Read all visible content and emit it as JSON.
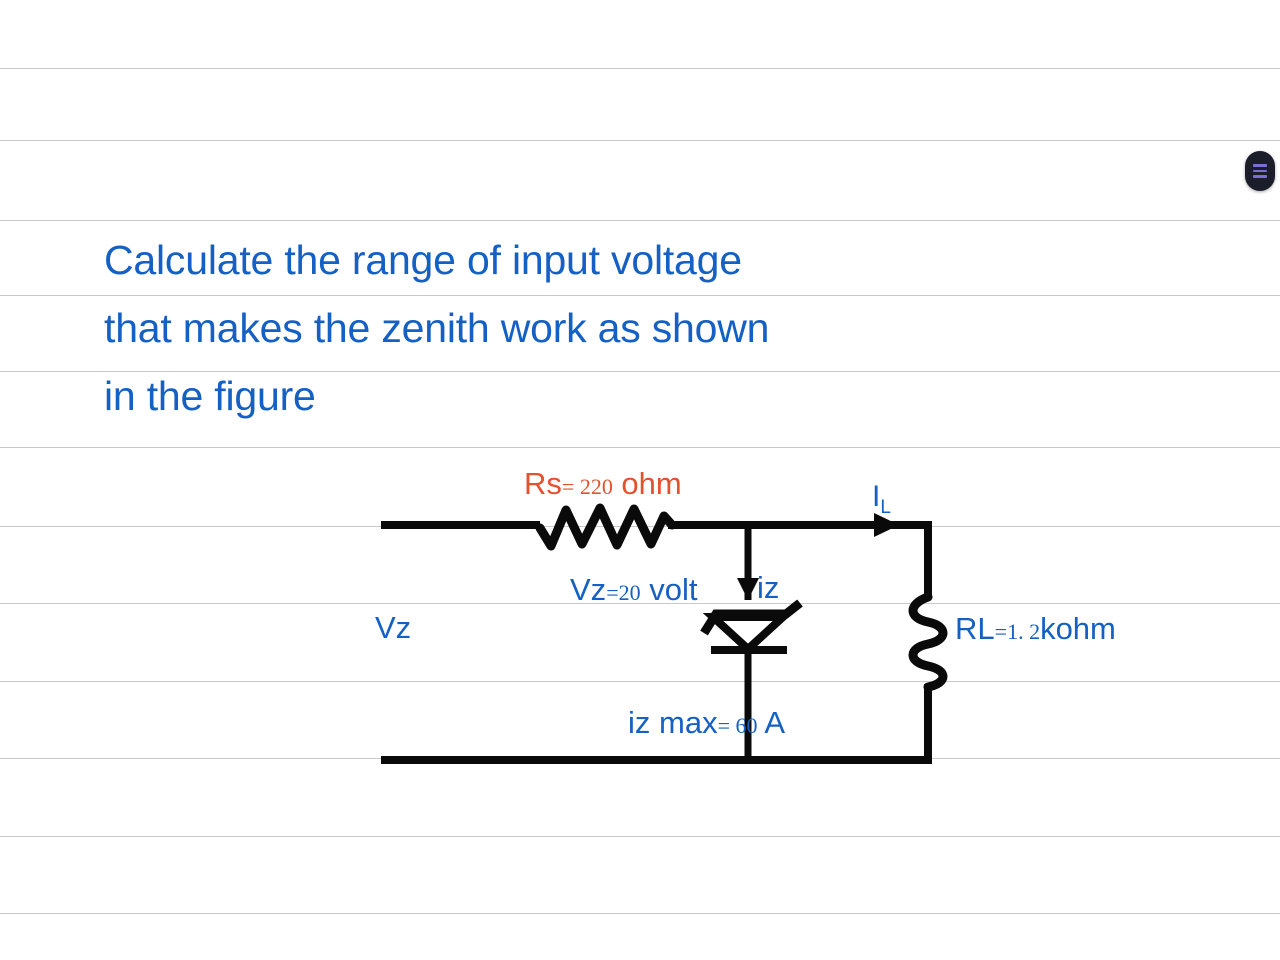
{
  "page": {
    "background": "#ffffff",
    "rule_color": "#c9c9c9",
    "rule_positions": [
      68,
      140,
      220,
      295,
      371,
      447,
      526,
      603,
      681,
      758,
      836,
      913
    ]
  },
  "colors": {
    "blue": "#1560c4",
    "orange": "#e4512e",
    "wire": "#0a0a0a",
    "menu_pill": "#1c1d2b",
    "menu_bars": "#7b6fd6"
  },
  "menu_button": {
    "name": "hamburger-menu",
    "icon": "hamburger-icon",
    "bars": 3
  },
  "question": {
    "lines": [
      "Calculate the range of input voltage",
      "that makes the zenith work as shown",
      "in the figure"
    ]
  },
  "circuit": {
    "labels": {
      "rs": {
        "name": "Rs",
        "eq": "= ",
        "value": "220",
        "unit": " ohm"
      },
      "il": {
        "name": "I",
        "sub": "L"
      },
      "vz_value": {
        "name": "Vz",
        "eq": "=",
        "value": "20",
        "unit": " volt"
      },
      "iz": {
        "name": "iz"
      },
      "vz": {
        "name": "Vz"
      },
      "rl": {
        "name": "RL",
        "eq": "=",
        "value": "1. 2",
        "unit": "kohm"
      },
      "iz_max": {
        "name": "iz max",
        "eq": "= ",
        "value": "60",
        "unit": " A"
      }
    },
    "components": [
      "source-wire",
      "series-resistor-Rs",
      "zener-diode",
      "load-resistor-RL",
      "load-current-arrow",
      "zener-current-arrow"
    ]
  }
}
